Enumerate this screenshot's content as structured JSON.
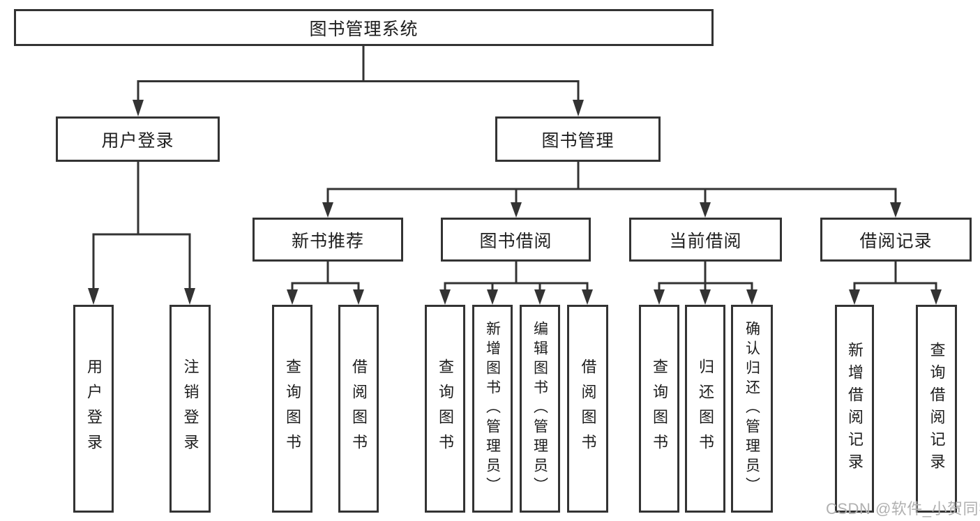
{
  "diagram": {
    "title": "图书管理系统",
    "level2": [
      {
        "label": "用户登录"
      },
      {
        "label": "图书管理"
      }
    ],
    "level3": [
      {
        "label": "新书推荐",
        "parent": "图书管理"
      },
      {
        "label": "图书借阅",
        "parent": "图书管理"
      },
      {
        "label": "当前借阅",
        "parent": "图书管理"
      },
      {
        "label": "借阅记录",
        "parent": "图书管理"
      }
    ],
    "leaves": [
      {
        "label": "用户登录",
        "parent": "用户登录"
      },
      {
        "label": "注销登录",
        "parent": "用户登录"
      },
      {
        "label": "查询图书",
        "parent": "新书推荐"
      },
      {
        "label": "借阅图书",
        "parent": "新书推荐"
      },
      {
        "label": "查询图书",
        "parent": "图书借阅"
      },
      {
        "label": "新增图书（管理员）",
        "parent": "图书借阅"
      },
      {
        "label": "编辑图书（管理员）",
        "parent": "图书借阅"
      },
      {
        "label": "借阅图书",
        "parent": "图书借阅"
      },
      {
        "label": "查询图书",
        "parent": "当前借阅"
      },
      {
        "label": "归还图书",
        "parent": "当前借阅"
      },
      {
        "label": "确认归还（管理员）",
        "parent": "当前借阅"
      },
      {
        "label": "新增借阅记录",
        "parent": "借阅记录"
      },
      {
        "label": "查询借阅记录",
        "parent": "借阅记录"
      }
    ]
  },
  "watermark": {
    "text": "CSDN @软件_小贺同学"
  },
  "colors": {
    "line": "#333333",
    "text": "#1d1d1d",
    "box_background": "#ffffff",
    "page_background": "#ffffff",
    "watermark": "#b0b0b0"
  }
}
